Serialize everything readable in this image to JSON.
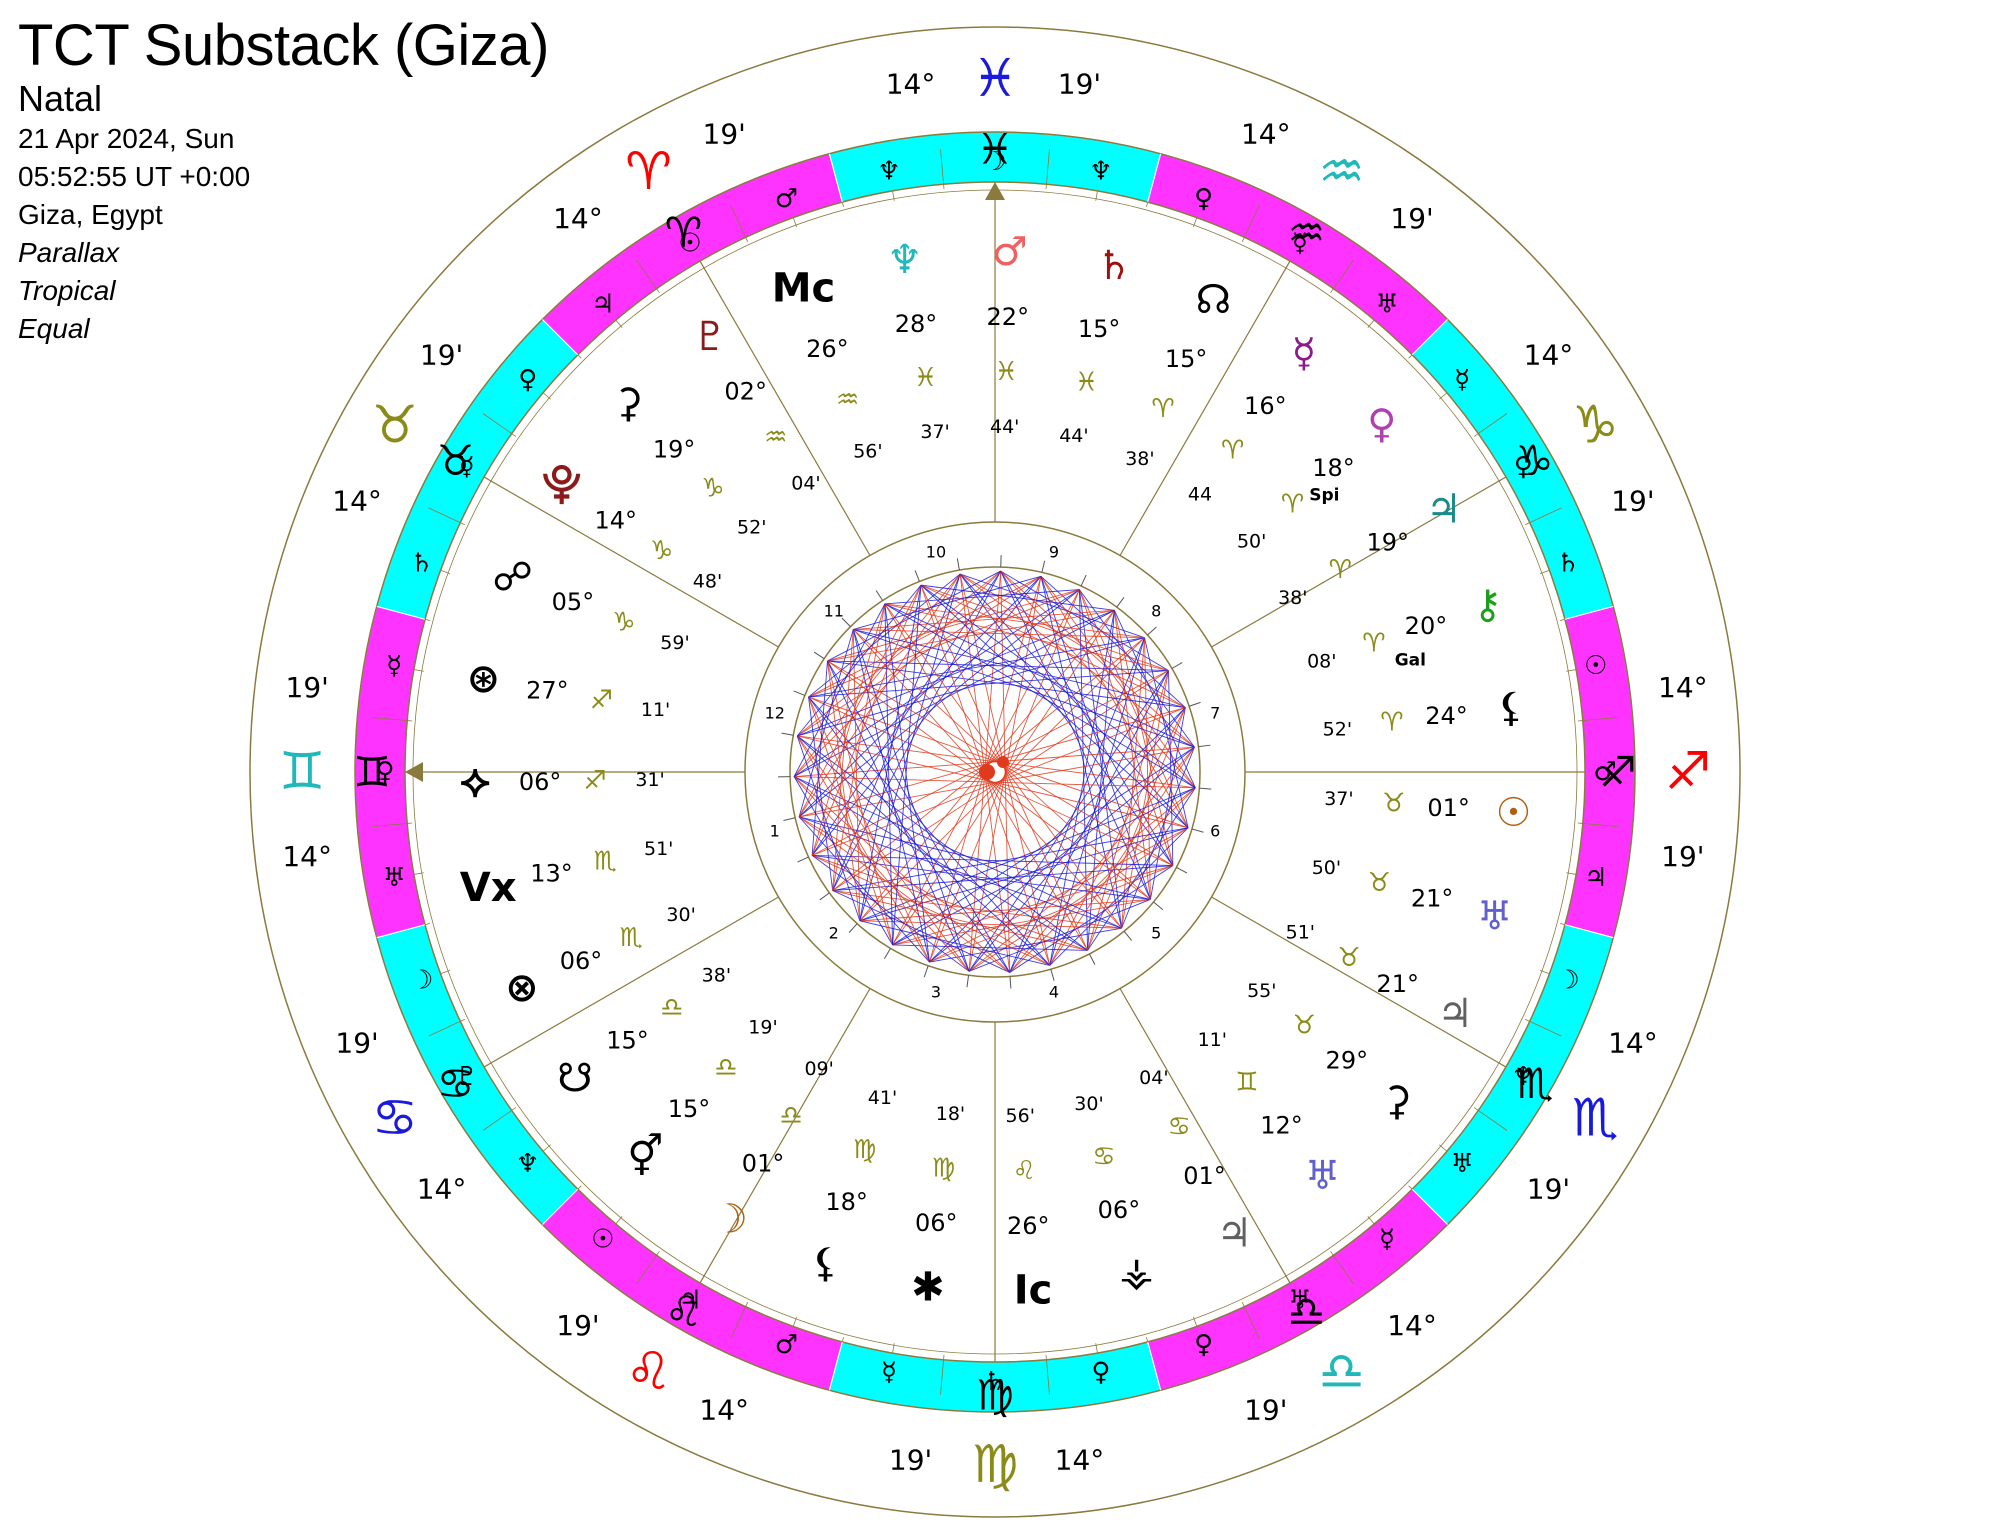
{
  "header": {
    "title": "TCT Substack (Giza)",
    "chart_kind": "Natal",
    "date": "21 Apr 2024, Sun",
    "time": "05:52:55 UT +0:00",
    "place": "Giza, Egypt",
    "lines": [
      "Parallax",
      "Tropical",
      "Equal"
    ]
  },
  "colors": {
    "cyan": "#00FFFF",
    "magenta": "#FF33FF",
    "frame": "#8B7A3E",
    "aspect_red": "#E03A1E",
    "aspect_blue": "#1A1ADB",
    "fire": "#FF0000",
    "earth": "#8B8B1A",
    "air": "#20B8B8",
    "water": "#1A1ADB"
  },
  "outer_ring": [
    {
      "sign": "♓",
      "deg": "14°",
      "min": "19'",
      "color": "#1A1ADB"
    },
    {
      "sign": "♒",
      "deg": "14°",
      "min": "19'",
      "color": "#20B8B8"
    },
    {
      "sign": "♑",
      "deg": "14°",
      "min": "19'",
      "color": "#8B8B1A"
    },
    {
      "sign": "♐",
      "deg": "14°",
      "min": "19'",
      "color": "#FF0000"
    },
    {
      "sign": "♏",
      "deg": "14°",
      "min": "19'",
      "color": "#1A1ADB"
    },
    {
      "sign": "♎",
      "deg": "14°",
      "min": "19'",
      "color": "#20B8B8"
    },
    {
      "sign": "♍",
      "deg": "14°",
      "min": "19'",
      "color": "#8B8B1A"
    },
    {
      "sign": "♌",
      "deg": "14°",
      "min": "19'",
      "color": "#FF0000"
    },
    {
      "sign": "♋",
      "deg": "14°",
      "min": "19'",
      "color": "#1A1ADB"
    },
    {
      "sign": "♊",
      "deg": "14°",
      "min": "19'",
      "color": "#20B8B8"
    },
    {
      "sign": "♉",
      "deg": "14°",
      "min": "19'",
      "color": "#8B8B1A"
    },
    {
      "sign": "♈",
      "deg": "14°",
      "min": "19'",
      "color": "#FF0000"
    }
  ],
  "sign_band": [
    {
      "sign": "♓",
      "rulers": [
        "♆",
        "☽",
        "♆"
      ]
    },
    {
      "sign": "♒",
      "rulers": [
        "♀",
        "☿",
        "♅"
      ]
    },
    {
      "sign": "♑",
      "rulers": [
        "☿",
        "♀",
        "♄"
      ]
    },
    {
      "sign": "♐",
      "rulers": [
        "☉",
        "♂",
        "♃"
      ]
    },
    {
      "sign": "♏",
      "rulers": [
        "☽",
        "♆",
        "♅"
      ]
    },
    {
      "sign": "♎",
      "rulers": [
        "☿",
        "♅",
        "♀"
      ]
    },
    {
      "sign": "♍",
      "rulers": [
        "♀",
        "♄",
        "☿"
      ]
    },
    {
      "sign": "♌",
      "rulers": [
        "♂",
        "♃",
        "☉"
      ]
    },
    {
      "sign": "♋",
      "rulers": [
        "♆",
        "♇",
        "☽"
      ]
    },
    {
      "sign": "♊",
      "rulers": [
        "♅",
        "♀",
        "☿"
      ]
    },
    {
      "sign": "♉",
      "rulers": [
        "♄",
        "☿",
        "♀"
      ]
    },
    {
      "sign": "♈",
      "rulers": [
        "♃",
        "☉",
        "♂"
      ]
    }
  ],
  "house_numbers": [
    "1",
    "2",
    "3",
    "4",
    "5",
    "6",
    "7",
    "8",
    "9",
    "10",
    "11",
    "12"
  ],
  "points": [
    {
      "glyph": "♆",
      "deg": "28°",
      "sign": "♓",
      "min": "37'",
      "color": "#20B8B8"
    },
    {
      "glyph": "♂",
      "deg": "22°",
      "sign": "♓",
      "min": "44'",
      "color": "#F06060"
    },
    {
      "glyph": "♄",
      "deg": "15°",
      "sign": "♓",
      "min": "44'",
      "color": "#A01010"
    },
    {
      "glyph": "☊",
      "deg": "15°",
      "sign": "♈",
      "min": "38'",
      "color": "#000000"
    },
    {
      "glyph": "☿",
      "deg": "16°",
      "sign": "♈",
      "min": "44",
      "color": "#8B1A8B"
    },
    {
      "glyph": "♀",
      "deg": "18°",
      "sign": "♈",
      "min": "50'",
      "color": "#B040B0"
    },
    {
      "glyph": "♃",
      "deg": "19°",
      "sign": "♈",
      "min": "38'",
      "color": "#1A8B8B"
    },
    {
      "glyph": "⚷",
      "deg": "20°",
      "sign": "♈",
      "min": "08'",
      "color": "#1AA01A"
    },
    {
      "glyph": "⚸",
      "deg": "24°",
      "sign": "♈",
      "min": "52'",
      "color": "#000000"
    },
    {
      "glyph": "☉",
      "deg": "01°",
      "sign": "♉",
      "min": "37'",
      "color": "#B06010"
    },
    {
      "glyph": "♅",
      "deg": "21°",
      "sign": "♉",
      "min": "50'",
      "color": "#6060D0"
    },
    {
      "glyph": "♃",
      "deg": "21°",
      "sign": "♉",
      "min": "51'",
      "color": "#606060"
    },
    {
      "glyph": "⚳",
      "deg": "29°",
      "sign": "♉",
      "min": "55'",
      "color": "#000000"
    },
    {
      "glyph": "♅",
      "deg": "12°",
      "sign": "♊",
      "min": "11'",
      "color": "#6060D0"
    },
    {
      "glyph": "♃",
      "deg": "01°",
      "sign": "♋",
      "min": "04'",
      "color": "#606060"
    },
    {
      "glyph": "⚶",
      "deg": "06°",
      "sign": "♋",
      "min": "30'",
      "color": "#000000"
    },
    {
      "glyph": "Ic",
      "deg": "26°",
      "sign": "♌",
      "min": "56'",
      "color": "#000000"
    },
    {
      "glyph": "✱",
      "deg": "06°",
      "sign": "♍",
      "min": "18'",
      "color": "#000000"
    },
    {
      "glyph": "⚸",
      "deg": "18°",
      "sign": "♍",
      "min": "41'",
      "color": "#000000"
    },
    {
      "glyph": "☽",
      "deg": "01°",
      "sign": "♎",
      "min": "09'",
      "color": "#B06010"
    },
    {
      "glyph": "⚥",
      "deg": "15°",
      "sign": "♎",
      "min": "19'",
      "color": "#000000"
    },
    {
      "glyph": "☋",
      "deg": "15°",
      "sign": "♎",
      "min": "38'",
      "color": "#000000"
    },
    {
      "glyph": "⊗",
      "deg": "06°",
      "sign": "♏",
      "min": "30'",
      "color": "#000000"
    },
    {
      "glyph": "Vx",
      "deg": "13°",
      "sign": "♏",
      "min": "51'",
      "color": "#000000"
    },
    {
      "glyph": "⯎",
      "deg": "06°",
      "sign": "♐",
      "min": "31'",
      "color": "#000000"
    },
    {
      "glyph": "⊛",
      "deg": "27°",
      "sign": "♐",
      "min": "11'",
      "color": "#000000"
    },
    {
      "glyph": "☍",
      "deg": "05°",
      "sign": "♑",
      "min": "59'",
      "color": "#000000"
    },
    {
      "glyph": "⯓",
      "deg": "14°",
      "sign": "♑",
      "min": "48'",
      "color": "#8B1A1A"
    },
    {
      "glyph": "⚳",
      "deg": "19°",
      "sign": "♑",
      "min": "52'",
      "color": "#000000"
    },
    {
      "glyph": "♇",
      "deg": "02°",
      "sign": "♒",
      "min": "04'",
      "color": "#8B1A1A"
    },
    {
      "glyph": "Mc",
      "deg": "26°",
      "sign": "♒",
      "min": "56'",
      "color": "#000000"
    }
  ],
  "small_labels": [
    "Spi",
    "Gal"
  ],
  "axis_labels": [
    "Mc",
    "Ic"
  ]
}
